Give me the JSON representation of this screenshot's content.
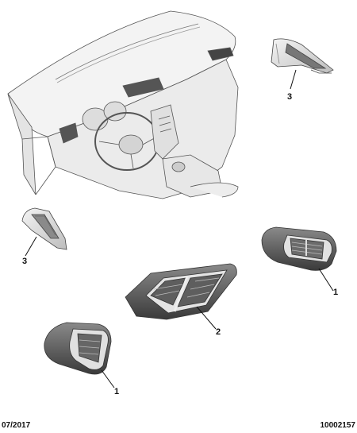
{
  "callouts": {
    "top_right_vent_label": "3",
    "left_side_vent_label": "3",
    "right_round_vent_label": "1",
    "center_vent_label": "2",
    "left_round_vent_label": "1"
  },
  "footer": {
    "date": "07/2017",
    "reference": "10002157"
  }
}
